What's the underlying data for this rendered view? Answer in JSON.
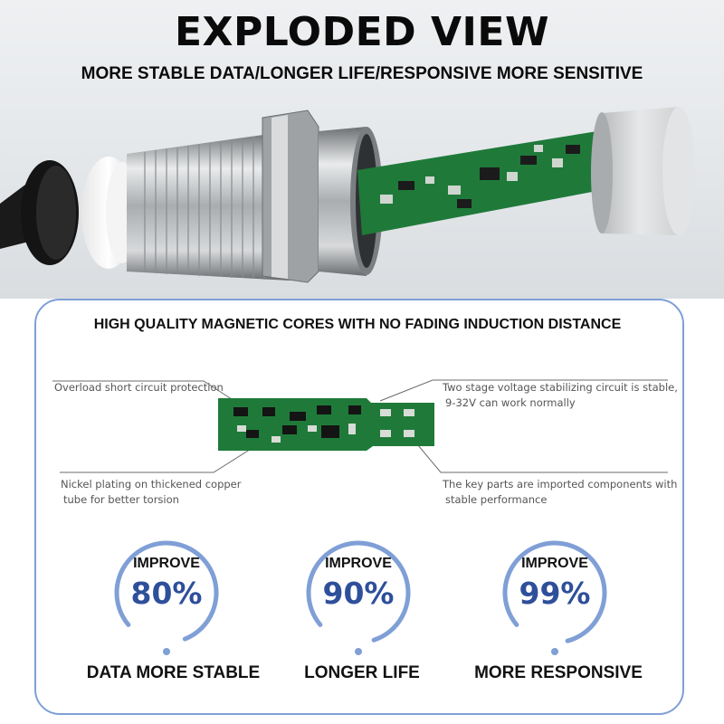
{
  "header": {
    "title": "EXPLODED VIEW",
    "subtitle": "MORE STABLE DATA/LONGER LIFE/RESPONSIVE MORE SENSITIVE"
  },
  "panel": {
    "title": "HIGH QUALITY MAGNETIC CORES WITH NO FADING INDUCTION DISTANCE",
    "callouts": {
      "top_left": "Overload short circuit protection",
      "top_right_1": "Two stage voltage stabilizing circuit is stable,",
      "top_right_2": "9-32V can work normally",
      "bottom_left_1": "Nickel plating on thickened copper",
      "bottom_left_2": "tube for better torsion",
      "bottom_right_1": "The key parts are imported components with",
      "bottom_right_2": "stable performance"
    },
    "stats": [
      {
        "top": "IMPROVE",
        "value": "80%",
        "percent": 80,
        "label": "DATA MORE STABLE"
      },
      {
        "top": "IMPROVE",
        "value": "90%",
        "percent": 90,
        "label": "LONGER LIFE"
      },
      {
        "top": "IMPROVE",
        "value": "99%",
        "percent": 99,
        "label": "MORE RESPONSIVE"
      }
    ]
  },
  "colors": {
    "accent": "#7f9fd6",
    "value_text": "#2e4f9a",
    "pcb_green": "#1f7a3a"
  }
}
